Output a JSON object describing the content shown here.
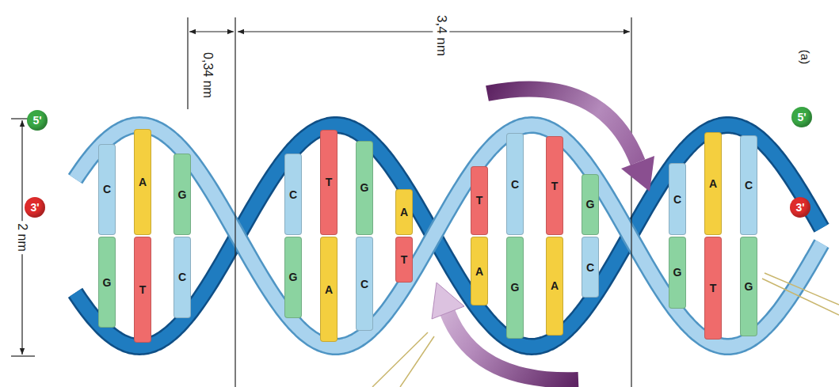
{
  "diagram": {
    "nodes": [
      {
        "text": [
          "5'"
        ]
      },
      {
        "text": [
          "3'"
        ]
      },
      {
        "text": [
          "C"
        ]
      },
      {
        "text": [
          "G"
        ]
      },
      {
        "text": [
          "A"
        ]
      },
      {
        "text": [
          "T"
        ]
      },
      {
        "text": [
          "G"
        ]
      },
      {
        "text": [
          "C"
        ]
      },
      {
        "text": [
          "C"
        ]
      },
      {
        "text": [
          "G"
        ]
      },
      {
        "text": [
          "T"
        ]
      },
      {
        "text": [
          "A"
        ]
      },
      {
        "text": [
          "G"
        ]
      },
      {
        "text": [
          "C"
        ]
      },
      {
        "text": [
          "A"
        ]
      },
      {
        "text": [
          "T"
        ]
      },
      {
        "text": [
          "T"
        ]
      },
      {
        "text": [
          "A"
        ]
      },
      {
        "text": [
          "C"
        ]
      },
      {
        "text": [
          "G"
        ]
      },
      {
        "text": [
          "T"
        ]
      },
      {
        "text": [
          "A"
        ]
      },
      {
        "text": [
          "G"
        ]
      },
      {
        "text": [
          "C"
        ]
      },
      {
        "text": [
          "C"
        ]
      },
      {
        "text": [
          "G"
        ]
      },
      {
        "text": [
          "A"
        ]
      },
      {
        "text": [
          "T"
        ]
      },
      {
        "text": [
          "C"
        ]
      },
      {
        "text": [
          "G"
        ]
      },
      {
        "text": [
          "5'"
        ]
      },
      {
        "text": [
          "3'"
        ]
      }
    ],
    "labels": [
      "0,34 nm",
      "3,4 nm",
      "2 nm",
      "(a)"
    ]
  }
}
